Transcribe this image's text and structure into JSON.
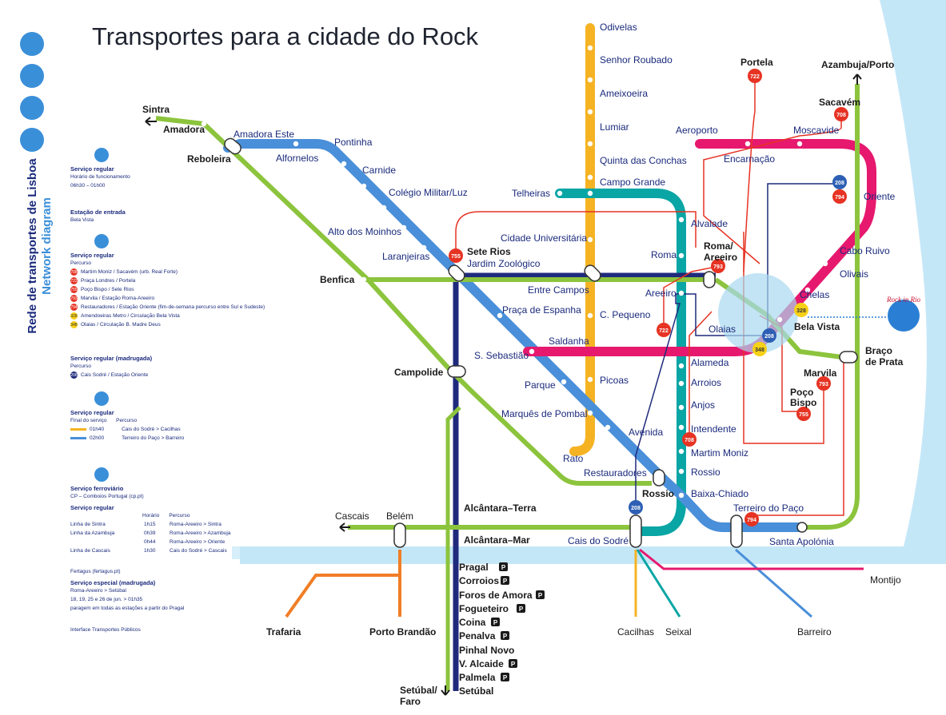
{
  "title": "Transportes para a cidade do Rock",
  "side_title": "Rede de transportes de Lisboa",
  "side_subtitle": "Network diagram",
  "legend": {
    "metro_header": "Serviço regular",
    "metro_hours_label": "Horário de funcionamento",
    "metro_hours": "06h30 – 01h00",
    "entry_header": "Estação de entrada",
    "entry_station": "Bela Vista",
    "bus_header": "Serviço regular",
    "bus_route_label": "Percurso",
    "bus_routes": [
      {
        "num": "708",
        "text": "Martim Moniz / Sacavém (urb. Real Forte)",
        "color": "#e63323"
      },
      {
        "num": "722",
        "text": "Praça Londres / Portela",
        "color": "#e63323"
      },
      {
        "num": "755",
        "text": "Poço Bispo / Sete Rios",
        "color": "#e63323"
      },
      {
        "num": "793",
        "text": "Marvila / Estação Roma-Areeiro",
        "color": "#e63323"
      },
      {
        "num": "794",
        "text": "Restauradores / Estação Oriente (fim-de-semana percurso entre Sul e Sudeste)",
        "color": "#e63323"
      },
      {
        "num": "328",
        "text": "Amendoeiras Metro / Circulação Bela Vista",
        "color": "#f7d117"
      },
      {
        "num": "348",
        "text": "Olaias / Circulação B. Madre Deus",
        "color": "#f7d117"
      }
    ],
    "night_bus_header": "Serviço regular (madrugada)",
    "night_bus_route_label": "Percurso",
    "night_bus_num": "208",
    "night_bus_text": "Cais Sodré / Estação Oriente",
    "ferry_header": "Serviço regular",
    "ferry_final_label": "Final do serviço",
    "ferry_route_label": "Percurso",
    "ferry_rows": [
      {
        "time": "01h40",
        "route": "Cais do Sodré > Cacilhas",
        "color": "#f5b324"
      },
      {
        "time": "02h00",
        "route": "Terreiro do Paço > Barreiro",
        "color": "#4a8fd9"
      }
    ],
    "train_header": "Serviço ferroviário",
    "train_cp": "CP – Comboios Portugal (cp.pt)",
    "train_regular": "Serviço regular",
    "train_cols": [
      "Horário",
      "Percurso"
    ],
    "train_rows": [
      {
        "line": "Linha de Sintra",
        "time": "1h15",
        "route": "Roma-Areeiro > Sintra"
      },
      {
        "line": "Linha da Azambuja",
        "time": "0h39",
        "route": "Roma-Areeiro > Azambuja"
      },
      {
        "line": "",
        "time": "0h44",
        "route": "Roma-Areeiro > Oriente"
      },
      {
        "line": "Linha de Cascais",
        "time": "1h30",
        "route": "Cais do Sodré > Cascais"
      }
    ],
    "fertagus": "Fertagus (fertagus.pt)",
    "special_header": "Serviço especial (madrugada)",
    "special_route": "Roma-Areeiro > Setúbal",
    "special_dates": "18, 19, 25 e 26 de jun. > 01h35",
    "special_note": "paragem em todas as estações a partir do Pragal",
    "interface": "Interface Transportes Públicos"
  },
  "stations": {
    "odivelas": "Odivelas",
    "senhor_roubado": "Senhor Roubado",
    "ameixoeira": "Ameixoeira",
    "lumiar": "Lumiar",
    "quinta_conchas": "Quinta das Conchas",
    "campo_grande": "Campo Grande",
    "cidade_univ": "Cidade Universitária",
    "entre_campos": "Entre Campos",
    "c_pequeno": "C. Pequeno",
    "saldanha": "Saldanha",
    "picoas": "Picoas",
    "marques": "Marquês de Pombal",
    "rato": "Rato",
    "telheiras": "Telheiras",
    "alvalade": "Alvalade",
    "roma": "Roma",
    "areeiro": "Areeiro",
    "alameda": "Alameda",
    "arroios": "Arroios",
    "anjos": "Anjos",
    "intendente": "Intendente",
    "martim_moniz": "Martim Moniz",
    "rossio": "Rossio",
    "baixa_chiado": "Baixa-Chiado",
    "cais_sodre": "Cais do Sodré",
    "restauradores": "Restauradores",
    "avenida": "Avenida",
    "parque": "Parque",
    "praca_espanha": "Praça de Espanha",
    "s_sebastiao": "S. Sebastião",
    "sete_rios": "Sete Rios",
    "jardim_zoo": "Jardim Zoológico",
    "laranjeiras": "Laranjeiras",
    "alto_moinhos": "Alto dos Moinhos",
    "colegio_militar": "Colégio Militar/Luz",
    "carnide": "Carnide",
    "pontinha": "Pontinha",
    "alfornelos": "Alfornelos",
    "amadora_este": "Amadora Este",
    "reboleira": "Reboleira",
    "amadora": "Amadora",
    "sintra": "Sintra",
    "benfica": "Benfica",
    "campolide": "Campolide",
    "alcantara_terra": "Alcântara–Terra",
    "alcantara_mar": "Alcântara–Mar",
    "belem": "Belém",
    "cascais": "Cascais",
    "trafaria": "Trafaria",
    "porto_brandao": "Porto Brandão",
    "pragal": "Pragal",
    "corroios": "Corroios",
    "foros_amora": "Foros de Amora",
    "fogueteiro": "Fogueteiro",
    "coina": "Coina",
    "penalva": "Penalva",
    "pinhal_novo": "Pinhal Novo",
    "v_alcaide": "V. Alcaide",
    "palmela": "Palmela",
    "setubal": "Setúbal",
    "setubal_faro_1": "Setúbal/",
    "setubal_faro_2": "Faro",
    "cacilhas": "Cacilhas",
    "seixal": "Seixal",
    "barreiro": "Barreiro",
    "montijo": "Montijo",
    "terreiro_paco": "Terreiro do Paço",
    "santa_apolonia": "Santa Apolónia",
    "aeroporto": "Aeroporto",
    "encarnacao": "Encarnação",
    "moscavide": "Moscavide",
    "oriente": "Oriente",
    "cabo_ruivo": "Cabo Ruivo",
    "olivais": "Olivais",
    "chelas": "Chelas",
    "bela_vista": "Bela Vista",
    "olaias": "Olaias",
    "roma_areeiro_1": "Roma/",
    "roma_areeiro_2": "Areeiro",
    "marvila": "Marvila",
    "poco_bispo_1": "Poço",
    "poco_bispo_2": "Bispo",
    "braco_prata_1": "Braço",
    "braco_prata_2": "de Prata",
    "portela": "Portela",
    "sacavem": "Sacavém",
    "azambuja_porto": "Azambuja/Porto"
  },
  "bus_badges": {
    "b722": "722",
    "b708": "708",
    "b208": "208",
    "b794": "794",
    "b755": "755",
    "b793": "793",
    "b328": "328",
    "b348": "348"
  },
  "parking": "P",
  "rock_logo_text": "Rock in Rio",
  "colors": {
    "yellow_line": "#f5b324",
    "blue_line": "#4a8fd9",
    "green_line": "#8cc43d",
    "red_line": "#e6196e",
    "teal_line": "#0aa5a5",
    "navy_line": "#1f2a7c",
    "bus_red": "#e63323",
    "water": "#b9e3f6"
  }
}
